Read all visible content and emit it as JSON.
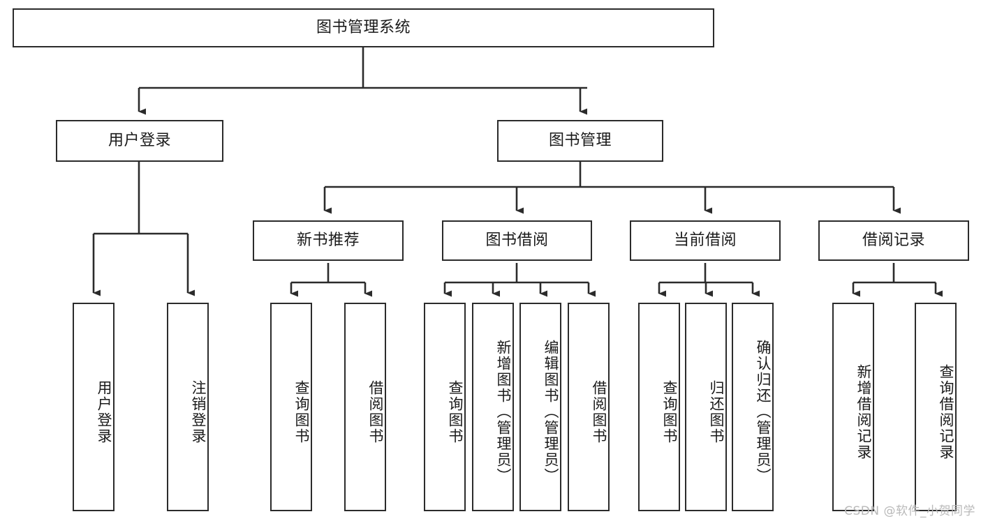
{
  "diagram": {
    "title": "图书管理系统",
    "watermark": "CSDN @软件_小贺同学",
    "line_color": "#2b2b2b",
    "box_fill": "#ffffff",
    "text_color": "#1a1a1a",
    "levels": {
      "root": {
        "label": "图书管理系统"
      },
      "level2": [
        {
          "label": "用户登录"
        },
        {
          "label": "图书管理"
        }
      ],
      "level3": [
        {
          "label": "新书推荐"
        },
        {
          "label": "图书借阅"
        },
        {
          "label": "当前借阅"
        },
        {
          "label": "借阅记录"
        }
      ],
      "leaves": {
        "user_login": [
          {
            "label": "用户登录"
          },
          {
            "label": "注销登录"
          }
        ],
        "new_book_recommend": [
          {
            "label": "查询图书"
          },
          {
            "label": "借阅图书"
          }
        ],
        "book_borrow": [
          {
            "label": "查询图书"
          },
          {
            "label": "新增图书（管理员）"
          },
          {
            "label": "编辑图书（管理员）"
          },
          {
            "label": "借阅图书"
          }
        ],
        "current_borrow": [
          {
            "label": "查询图书"
          },
          {
            "label": "归还图书"
          },
          {
            "label": "确认归还（管理员）"
          }
        ],
        "borrow_record": [
          {
            "label": "新增借阅记录"
          },
          {
            "label": "查询借阅记录"
          }
        ]
      }
    }
  }
}
